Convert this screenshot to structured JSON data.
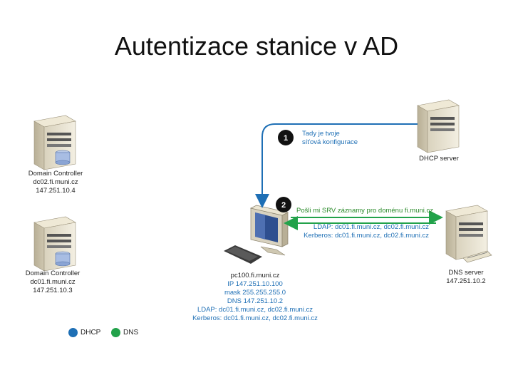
{
  "title": "Autentizace stanice v AD",
  "dc02": {
    "name": "Domain Controller",
    "host": "dc02.fi.muni.cz",
    "ip": "147.251.10.4"
  },
  "dc01": {
    "name": "Domain Controller",
    "host": "dc01.fi.muni.cz",
    "ip": "147.251.10.3"
  },
  "dhcp_server": {
    "name": "DHCP server"
  },
  "dns_server": {
    "name": "DNS server",
    "ip": "147.251.10.2"
  },
  "step1": {
    "number": "1",
    "line1": "Tady je tvoje",
    "line2": "síťová konfigurace"
  },
  "step2": {
    "number": "2",
    "request": "Pošli mi SRV záznamy pro doménu fi.muni.cz",
    "reply1": "LDAP: dc01.fi.muni.cz, dc02.fi.muni.cz",
    "reply2": "Kerberos: dc01.fi.muni.cz, dc02.fi.muni.cz"
  },
  "client": {
    "host": "pc100.fi.muni.cz",
    "ip": "IP 147.251.10.100",
    "mask": "mask 255.255.255.0",
    "dns": "DNS 147.251.10.2",
    "ldap": "LDAP: dc01.fi.muni.cz, dc02.fi.muni.cz",
    "kerberos": "Kerberos: dc01.fi.muni.cz, dc02.fi.muni.cz"
  },
  "legend": [
    {
      "label": "DHCP",
      "color": "#1e6fb5"
    },
    {
      "label": "DNS",
      "color": "#22a24a"
    }
  ],
  "colors": {
    "dhcp_arrow": "#1e6fb5",
    "dns_arrow": "#22a24a",
    "step_badge": "#111111"
  }
}
